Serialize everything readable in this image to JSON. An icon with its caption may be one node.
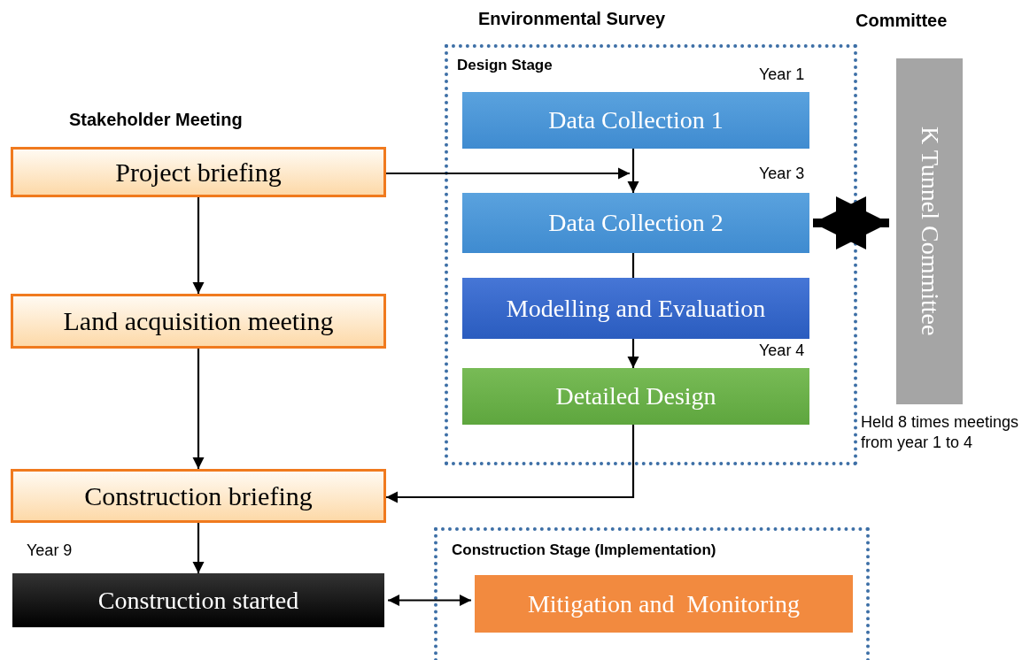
{
  "diagram": {
    "nodes": [
      {
        "text": [
          "Environmental Survey",
          "Design Stage"
        ]
      },
      {
        "text": [
          "Data Collection 1"
        ],
        "in": 0,
        "beside": [
          "Year 1"
        ]
      },
      {
        "text": [
          "Data Collection 2"
        ],
        "in": 0,
        "beside": [
          "Year 3"
        ]
      },
      {
        "text": [
          "Modelling and Evaluation"
        ],
        "in": 0
      },
      {
        "text": [
          "Detailed Design"
        ],
        "in": 0,
        "beside": [
          "Year 4"
        ]
      },
      {
        "text": [
          "Project briefing"
        ]
      },
      {
        "text": [
          "Land acquisition meeting"
        ]
      },
      {
        "text": [
          "Construction briefing"
        ]
      },
      {
        "text": [
          "Construction started"
        ],
        "beside": [
          "Year 9"
        ]
      },
      {
        "text": [
          "Construction Stage (Implementation)"
        ]
      },
      {
        "text": [
          "Mitigation and  Monitoring"
        ],
        "in": 9
      },
      {
        "text": [
          "K Tunnel Committee"
        ],
        "beside": [
          "Held 8 times meetings from year 1 to 4"
        ]
      }
    ],
    "edges": [
      {
        "from": 5,
        "to": 6,
        "arrow": "to"
      },
      {
        "from": 6,
        "to": 7,
        "arrow": "to"
      },
      {
        "from": 7,
        "to": 8,
        "arrow": "to"
      },
      {
        "from": 1,
        "to": 2,
        "arrow": "to"
      },
      {
        "from": 2,
        "to": 3,
        "arrow": "none"
      },
      {
        "from": 3,
        "to": 4,
        "arrow": "to"
      },
      {
        "from": 5,
        "to": 2,
        "arrow": "to"
      },
      {
        "from": 4,
        "to": 7,
        "arrow": "to"
      },
      {
        "from": 2,
        "to": 11,
        "arrow": "both",
        "style": "thick"
      },
      {
        "from": 8,
        "to": 10,
        "arrow": "both"
      }
    ],
    "labels": [
      "Stakeholder Meeting",
      "Committee"
    ]
  }
}
